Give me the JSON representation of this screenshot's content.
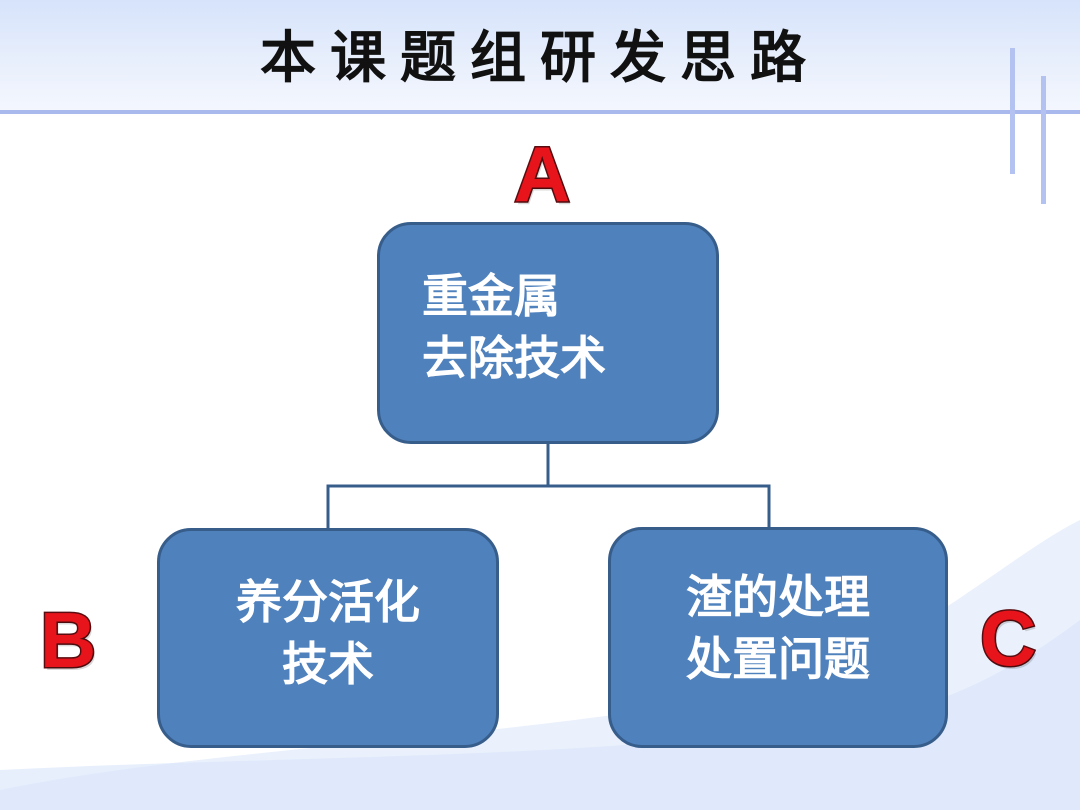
{
  "title": "本课题组研发思路",
  "nodes": {
    "top": {
      "lines": [
        "重金属",
        "去除技术"
      ]
    },
    "left": {
      "lines": [
        "养分活化",
        "技术"
      ]
    },
    "right": {
      "lines": [
        "渣的处理",
        "处置问题"
      ]
    }
  },
  "markers": {
    "a": "A",
    "b": "B",
    "c": "C"
  },
  "colors": {
    "box_fill": "#4f81bd",
    "box_border": "#375d8b",
    "marker": "#e8141c",
    "accent_rule": "#a9b9ee"
  }
}
